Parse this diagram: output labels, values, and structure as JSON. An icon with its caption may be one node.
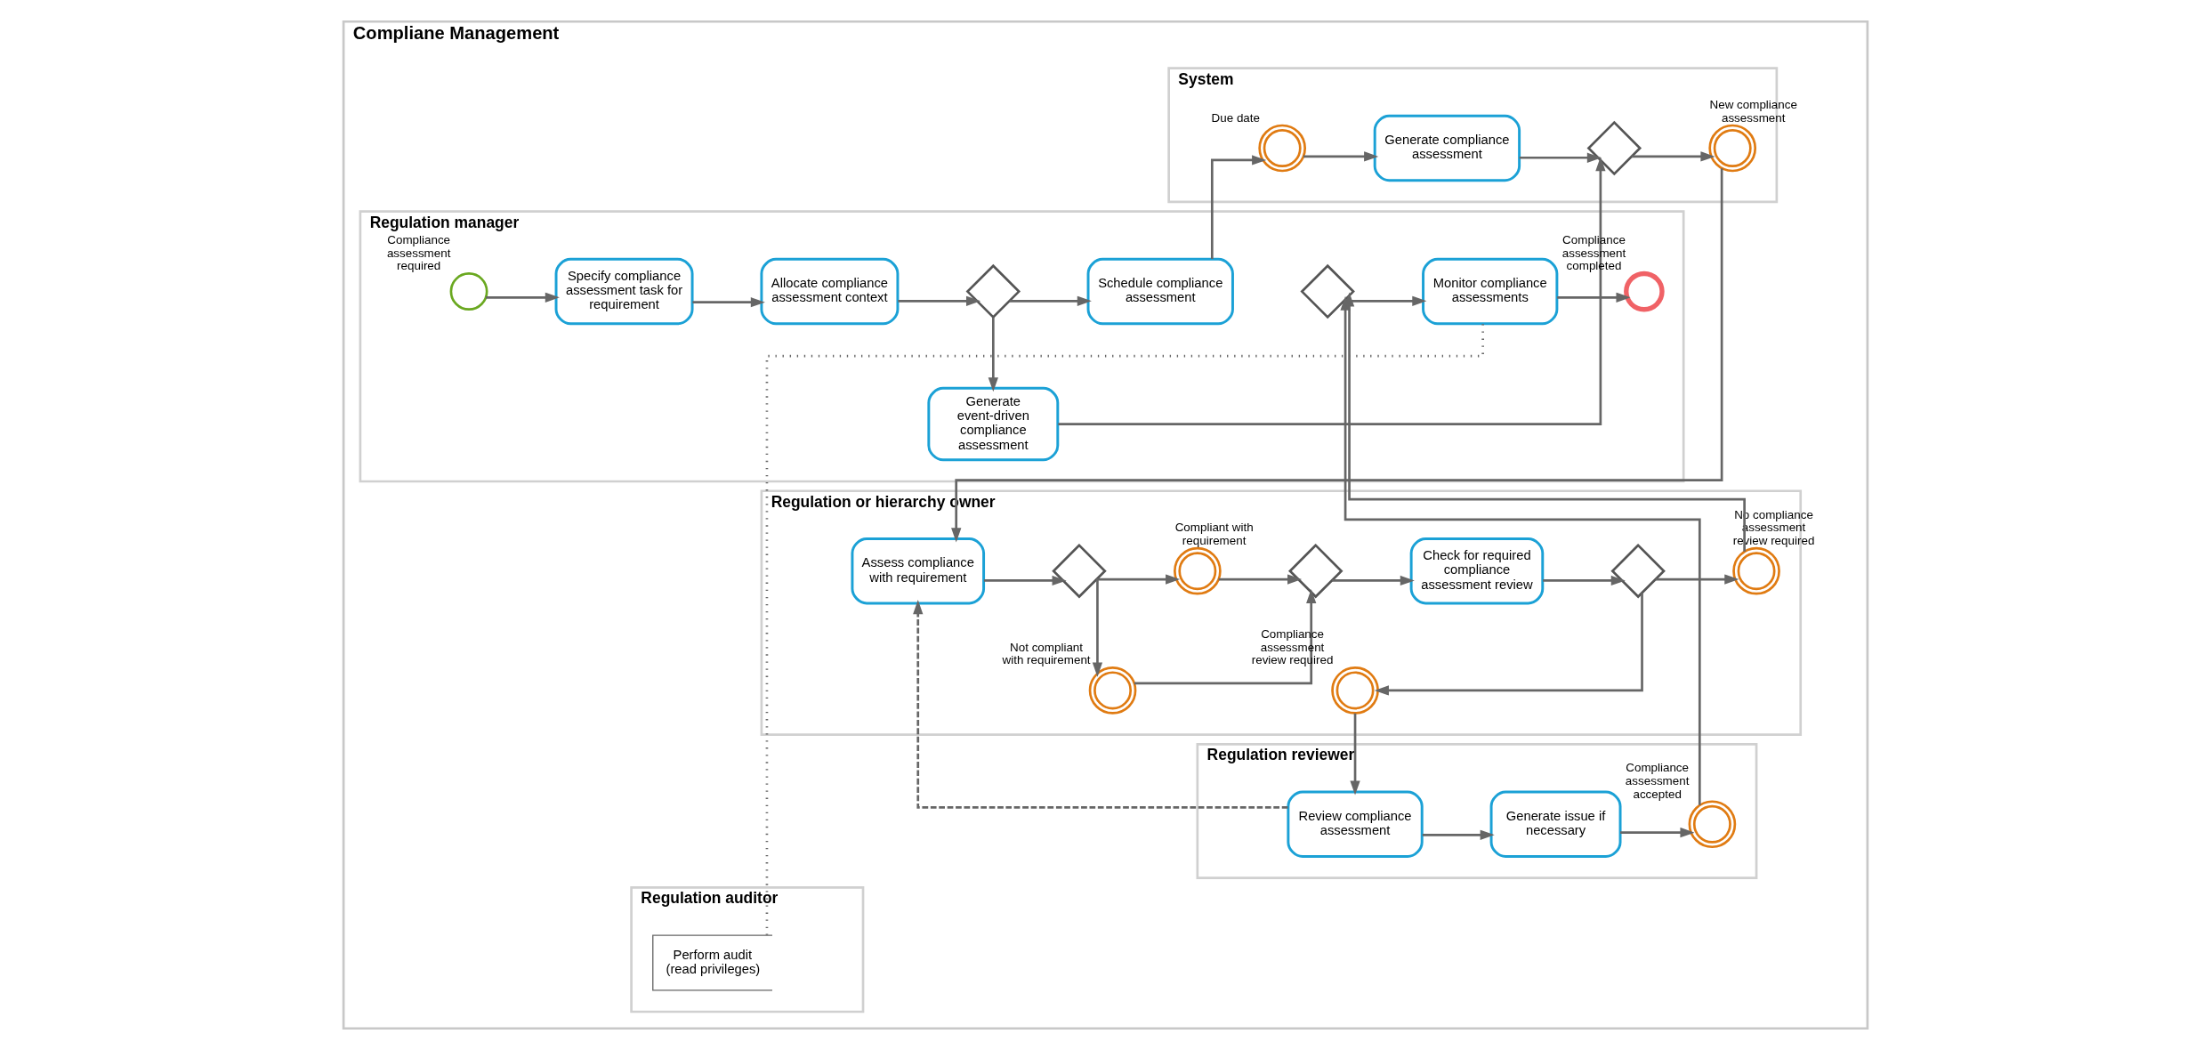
{
  "diagram": {
    "nodes": [
      {
        "text": [
          "Compliane Management"
        ]
      },
      {
        "text": [
          "System"
        ],
        "in": 0
      },
      {
        "text": [
          "Regulation manager"
        ],
        "in": 0
      },
      {
        "text": [
          "Regulation or hierarchy owner"
        ],
        "in": 0
      },
      {
        "text": [
          "Regulation reviewer"
        ],
        "in": 0
      },
      {
        "text": [
          "Regulation auditor"
        ],
        "in": 0
      },
      {
        "text": [],
        "shape": "circle",
        "beside": [
          "Due date"
        ],
        "in": 1
      },
      {
        "text": [
          "Generate compliance assessment"
        ],
        "in": 1
      },
      {
        "text": [],
        "shape": "diamond",
        "in": 1
      },
      {
        "text": [],
        "shape": "circle",
        "beside": [
          "New compliance assessment"
        ],
        "in": 1
      },
      {
        "text": [],
        "shape": "circle",
        "beside": [
          "Compliance assessment required"
        ],
        "in": 2
      },
      {
        "text": [
          "Specify compliance assessment task for requirement"
        ],
        "in": 2
      },
      {
        "text": [
          "Allocate compliance assessment context"
        ],
        "in": 2
      },
      {
        "text": [],
        "shape": "diamond",
        "in": 2
      },
      {
        "text": [
          "Schedule compliance assessment"
        ],
        "in": 2
      },
      {
        "text": [
          "Generate event-driven compliance assessment"
        ],
        "in": 2
      },
      {
        "text": [],
        "shape": "diamond",
        "in": 2
      },
      {
        "text": [
          "Monitor compliance assessments"
        ],
        "in": 2
      },
      {
        "text": [],
        "shape": "circle",
        "beside": [
          "Compliance assessment completed"
        ],
        "in": 2
      },
      {
        "text": [
          "Assess compliance with requirement"
        ],
        "in": 3
      },
      {
        "text": [],
        "shape": "diamond",
        "in": 3
      },
      {
        "text": [],
        "shape": "circle",
        "beside": [
          "Compliant with requirement"
        ],
        "in": 3
      },
      {
        "text": [],
        "shape": "circle",
        "beside": [
          "Not compliant with requirement"
        ],
        "in": 3
      },
      {
        "text": [],
        "shape": "diamond",
        "in": 3
      },
      {
        "text": [
          "Check for required compliance assessment review"
        ],
        "in": 3
      },
      {
        "text": [],
        "shape": "diamond",
        "in": 3
      },
      {
        "text": [],
        "shape": "circle",
        "beside": [
          "No compliance assessment review required"
        ],
        "in": 3
      },
      {
        "text": [],
        "shape": "circle",
        "beside": [
          "Compliance assessment review required"
        ],
        "in": 3
      },
      {
        "text": [
          "Review compliance assessment"
        ],
        "in": 4
      },
      {
        "text": [
          "Generate issue if necessary"
        ],
        "in": 4
      },
      {
        "text": [],
        "shape": "circle",
        "beside": [
          "Compliance assessment accepted"
        ],
        "in": 4
      },
      {
        "text": [
          "Perform audit (read privileges)"
        ],
        "in": 5
      }
    ],
    "edges": [
      {
        "from": 10,
        "to": 11,
        "arrow": "to"
      },
      {
        "from": 11,
        "to": 12,
        "arrow": "to"
      },
      {
        "from": 12,
        "to": 13,
        "arrow": "to"
      },
      {
        "from": 13,
        "to": 14,
        "arrow": "to"
      },
      {
        "from": 13,
        "to": 15,
        "arrow": "to"
      },
      {
        "from": 14,
        "to": 6,
        "arrow": "to"
      },
      {
        "from": 6,
        "to": 7,
        "arrow": "to"
      },
      {
        "from": 7,
        "to": 8,
        "arrow": "to"
      },
      {
        "from": 15,
        "to": 8,
        "arrow": "to"
      },
      {
        "from": 8,
        "to": 9,
        "arrow": "to"
      },
      {
        "from": 9,
        "to": 19,
        "arrow": "to"
      },
      {
        "from": 19,
        "to": 20,
        "arrow": "to"
      },
      {
        "from": 20,
        "to": 21,
        "arrow": "to"
      },
      {
        "from": 20,
        "to": 22,
        "arrow": "to"
      },
      {
        "from": 21,
        "to": 23,
        "arrow": "to"
      },
      {
        "from": 22,
        "to": 23,
        "arrow": "to"
      },
      {
        "from": 23,
        "to": 24,
        "arrow": "to"
      },
      {
        "from": 24,
        "to": 25,
        "arrow": "to"
      },
      {
        "from": 25,
        "to": 26,
        "arrow": "to"
      },
      {
        "from": 25,
        "to": 27,
        "arrow": "to"
      },
      {
        "from": 26,
        "to": 16,
        "arrow": "to"
      },
      {
        "from": 27,
        "to": 28,
        "arrow": "to"
      },
      {
        "from": 28,
        "to": 29,
        "arrow": "to"
      },
      {
        "from": 29,
        "to": 30,
        "arrow": "to"
      },
      {
        "from": 30,
        "to": 16,
        "arrow": "to"
      },
      {
        "from": 16,
        "to": 17,
        "arrow": "to"
      },
      {
        "from": 17,
        "to": 18,
        "arrow": "to"
      },
      {
        "from": 28,
        "to": 19,
        "arrow": "to",
        "style": "dashed"
      },
      {
        "from": 17,
        "to": 31,
        "arrow": "none",
        "style": "dashed"
      }
    ]
  }
}
